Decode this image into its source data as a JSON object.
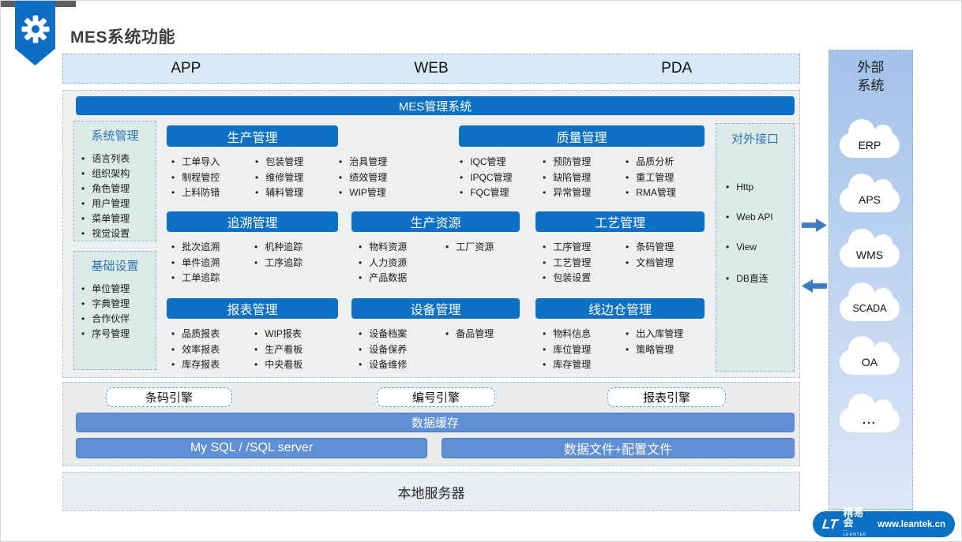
{
  "slide": {
    "title": "MES系统功能"
  },
  "channels": [
    "APP",
    "WEB",
    "PDA"
  ],
  "mes_system_bar": "MES管理系统",
  "side_boxes": [
    {
      "title": "系统管理",
      "items": [
        "语言列表",
        "组织架构",
        "角色管理",
        "用户管理",
        "菜单管理",
        "视觉设置"
      ]
    },
    {
      "title": "基础设置",
      "items": [
        "单位管理",
        "字典管理",
        "合作伙伴",
        "序号管理"
      ]
    }
  ],
  "modules": [
    {
      "title": "生产管理",
      "columns": [
        [
          "工单导入",
          "制程管控",
          "上料防错"
        ],
        [
          "包装管理",
          "维修管理",
          "辅料管理"
        ],
        [
          "治具管理",
          "绩效管理",
          "WIP管理"
        ]
      ]
    },
    {
      "title": "质量管理",
      "columns": [
        [
          "IQC管理",
          "IPQC管理",
          "FQC管理"
        ],
        [
          "预防管理",
          "缺陷管理",
          "异常管理"
        ],
        [
          "品质分析",
          "重工管理",
          "RMA管理"
        ]
      ]
    },
    {
      "title": "追溯管理",
      "columns": [
        [
          "批次追溯",
          "单件追溯",
          "工单追踪"
        ],
        [
          "机种追踪",
          "工序追踪"
        ]
      ]
    },
    {
      "title": "生产资源",
      "columns": [
        [
          "物料资源",
          "人力资源",
          "产品数据"
        ],
        [
          "工厂资源"
        ]
      ]
    },
    {
      "title": "工艺管理",
      "columns": [
        [
          "工序管理",
          "工艺管理",
          "包装设置"
        ],
        [
          "条码管理",
          "文档管理"
        ]
      ]
    },
    {
      "title": "报表管理",
      "columns": [
        [
          "品质报表",
          "效率报表",
          "库存报表"
        ],
        [
          "WIP报表",
          "生产看板",
          "中央看板"
        ]
      ]
    },
    {
      "title": "设备管理",
      "columns": [
        [
          "设备档案",
          "设备保养",
          "设备维修"
        ],
        [
          "备品管理"
        ]
      ]
    },
    {
      "title": "线边仓管理",
      "columns": [
        [
          "物料信息",
          "库位管理",
          "库存管理"
        ],
        [
          "出入库管理",
          "策略管理"
        ]
      ]
    }
  ],
  "external_interface": {
    "title": "对外接口",
    "items": [
      "Http",
      "Web API",
      "View",
      "DB直连"
    ]
  },
  "engines": [
    "条码引擎",
    "编号引擎",
    "报表引擎"
  ],
  "data_layer": {
    "cache": "数据缓存",
    "database": "My SQL / /SQL server",
    "files": "数据文件+配置文件"
  },
  "local_server": "本地服务器",
  "external_systems": {
    "title": "外部系统",
    "systems": [
      "ERP",
      "APS",
      "WMS",
      "SCADA",
      "OA",
      "..."
    ]
  },
  "branding": {
    "logo_glyph": "LT",
    "brand": "精易会",
    "brand_sub": "— LEANTEK —",
    "site": "www.leantek.cn"
  },
  "colors": {
    "primary_blue": "#0d70c5",
    "mid_blue": "#6090d3",
    "light_blue_bar": "#d9eaf6",
    "teal_box": "#dcebe8",
    "panel_gradient_top": "#a3c2ea",
    "panel_gradient_bottom": "#dde7f7",
    "arrow_blue": "#3d7cc0"
  }
}
